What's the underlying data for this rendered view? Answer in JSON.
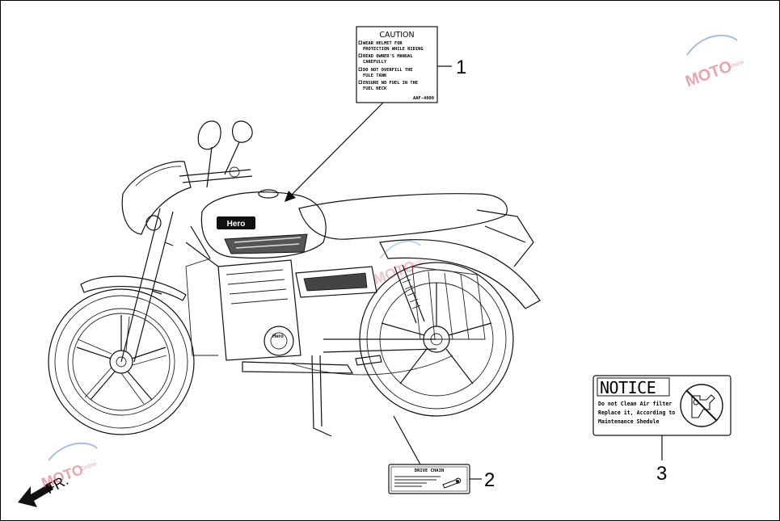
{
  "caution_label": {
    "heading": "CAUTION",
    "items": [
      [
        "WEAR HELMET  FOR",
        "PROTECTION WHILE RIDING"
      ],
      [
        "READ OWNER'S MANUAL",
        "CAREFULLY"
      ],
      [
        "DO NOT OVERFILL THE",
        "FULE TANK"
      ],
      [
        "ENSURE NO FUEL IN THE",
        "FUEL NECK"
      ]
    ],
    "code": "AAF-4000",
    "callout": "1"
  },
  "chain_label": {
    "heading": "DRIVE CHAIN",
    "callout": "2"
  },
  "notice_label": {
    "heading": "NOTICE",
    "lines": [
      "Do not Clean Air filter",
      "Replace it, According to",
      "Maintenance Shedule"
    ],
    "callout": "3"
  },
  "bike": {
    "brand": "Hero",
    "engine_badge": "Hero"
  },
  "direction": {
    "label": "FR."
  },
  "watermark": {
    "text": "MOTO",
    "sub": "Online"
  },
  "icons": [
    "checkbox-icon",
    "no-cleaning-icon",
    "wrench-icon",
    "direction-arrow-icon"
  ]
}
